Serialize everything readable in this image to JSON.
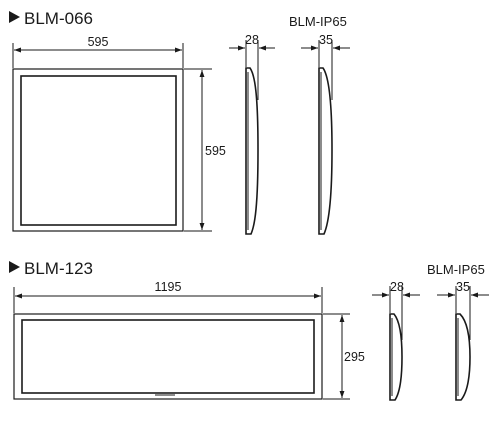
{
  "section1": {
    "title": "BLM-066",
    "variant_label": "BLM-IP65",
    "width": "595",
    "height": "595",
    "profile_depth_a": "28",
    "profile_depth_b": "35"
  },
  "section2": {
    "title": "BLM-123",
    "variant_label": "BLM-IP65",
    "width": "1195",
    "height": "295",
    "profile_depth_a": "28",
    "profile_depth_b": "35"
  }
}
